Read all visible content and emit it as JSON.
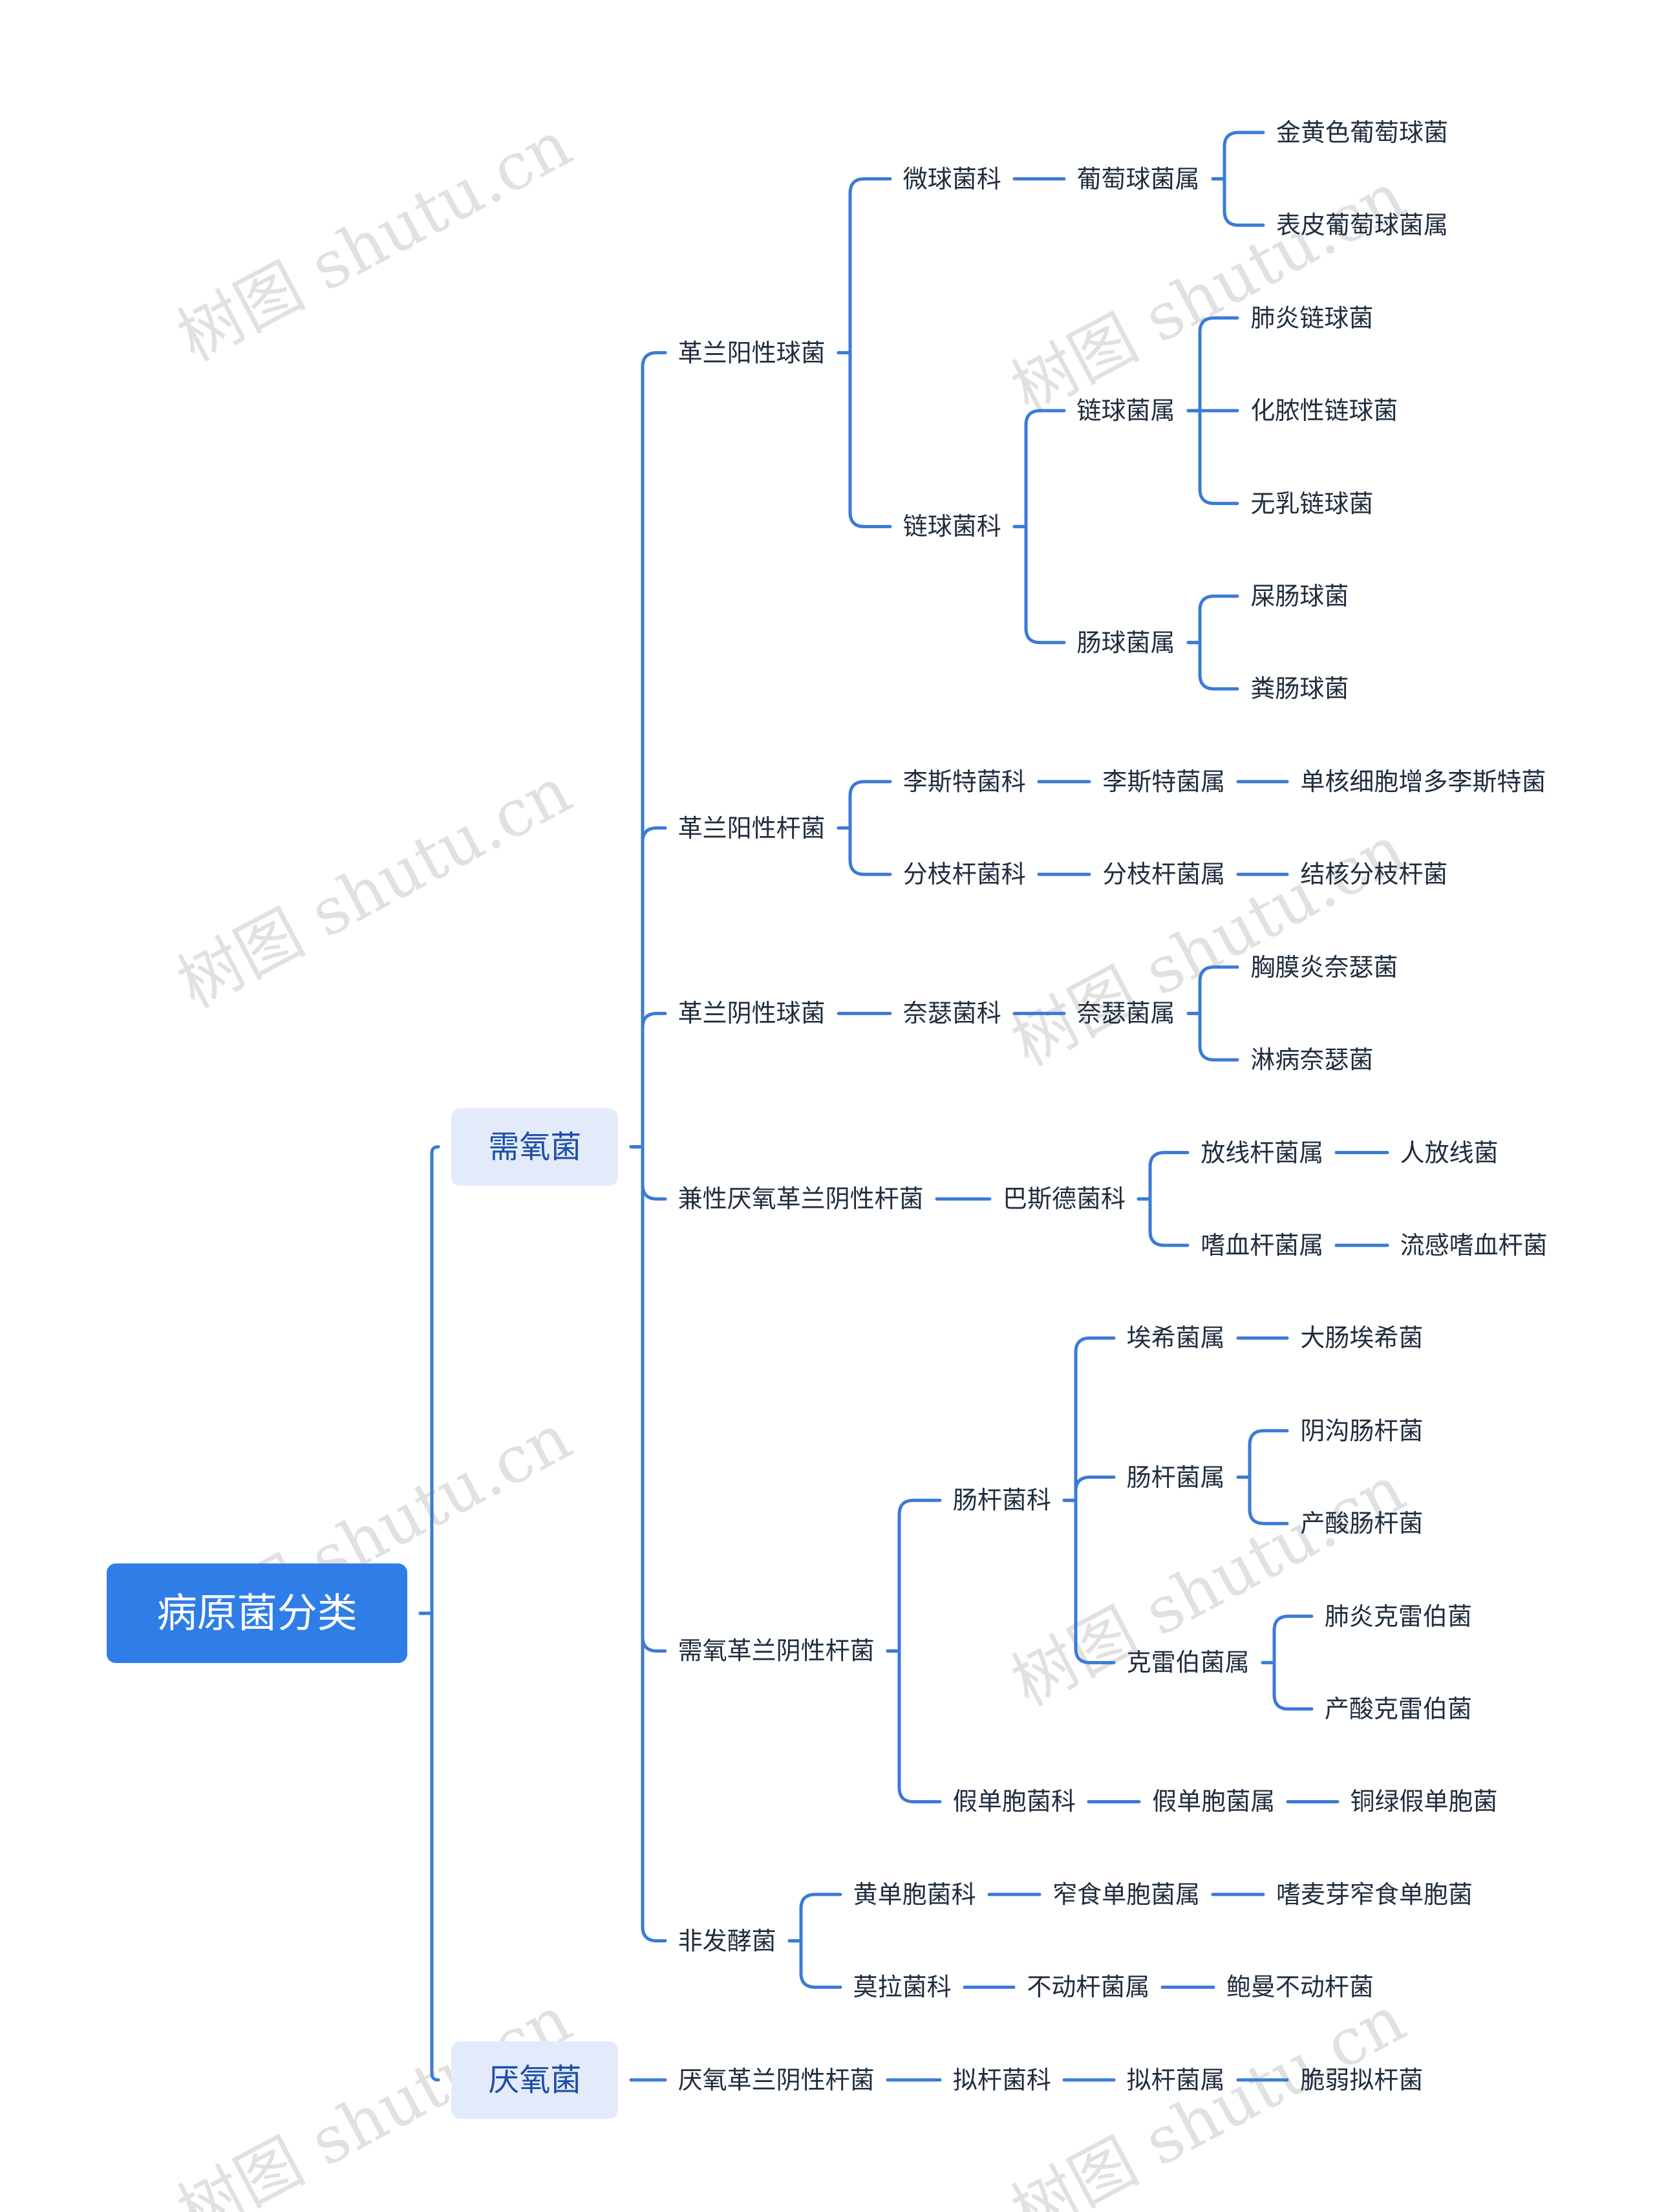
{
  "root": {
    "label": "病原菌分类"
  },
  "watermark": "树图 shutu.cn",
  "colors": {
    "accent": "#2f7ee8",
    "line": "#3a7bd5",
    "level1_bg": "#e3ebfb",
    "text": "#1f2d3d"
  },
  "tree": [
    {
      "label": "需氧菌",
      "children": [
        {
          "label": "革兰阳性球菌",
          "children": [
            {
              "label": "微球菌科",
              "children": [
                {
                  "label": "葡萄球菌属",
                  "children": [
                    {
                      "label": "金黄色葡萄球菌"
                    },
                    {
                      "label": "表皮葡萄球菌属"
                    }
                  ]
                }
              ]
            },
            {
              "label": "链球菌科",
              "children": [
                {
                  "label": "链球菌属",
                  "children": [
                    {
                      "label": "肺炎链球菌"
                    },
                    {
                      "label": "化脓性链球菌"
                    },
                    {
                      "label": "无乳链球菌"
                    }
                  ]
                },
                {
                  "label": "肠球菌属",
                  "children": [
                    {
                      "label": "屎肠球菌"
                    },
                    {
                      "label": "粪肠球菌"
                    }
                  ]
                }
              ]
            }
          ]
        },
        {
          "label": "革兰阳性杆菌",
          "children": [
            {
              "label": "李斯特菌科",
              "children": [
                {
                  "label": "李斯特菌属",
                  "children": [
                    {
                      "label": "单核细胞增多李斯特菌"
                    }
                  ]
                }
              ]
            },
            {
              "label": "分枝杆菌科",
              "children": [
                {
                  "label": "分枝杆菌属",
                  "children": [
                    {
                      "label": "结核分枝杆菌"
                    }
                  ]
                }
              ]
            }
          ]
        },
        {
          "label": "革兰阴性球菌",
          "children": [
            {
              "label": "奈瑟菌科",
              "children": [
                {
                  "label": "奈瑟菌属",
                  "children": [
                    {
                      "label": "胸膜炎奈瑟菌"
                    },
                    {
                      "label": "淋病奈瑟菌"
                    }
                  ]
                }
              ]
            }
          ]
        },
        {
          "label": "兼性厌氧革兰阴性杆菌",
          "children": [
            {
              "label": "巴斯德菌科",
              "children": [
                {
                  "label": "放线杆菌属",
                  "children": [
                    {
                      "label": "人放线菌"
                    }
                  ]
                },
                {
                  "label": "嗜血杆菌属",
                  "children": [
                    {
                      "label": "流感嗜血杆菌"
                    }
                  ]
                }
              ]
            }
          ]
        },
        {
          "label": "需氧革兰阴性杆菌",
          "children": [
            {
              "label": "肠杆菌科",
              "children": [
                {
                  "label": "埃希菌属",
                  "children": [
                    {
                      "label": "大肠埃希菌"
                    }
                  ]
                },
                {
                  "label": "肠杆菌属",
                  "children": [
                    {
                      "label": "阴沟肠杆菌"
                    },
                    {
                      "label": "产酸肠杆菌"
                    }
                  ]
                },
                {
                  "label": "克雷伯菌属",
                  "children": [
                    {
                      "label": "肺炎克雷伯菌"
                    },
                    {
                      "label": "产酸克雷伯菌"
                    }
                  ]
                }
              ]
            },
            {
              "label": "假单胞菌科",
              "children": [
                {
                  "label": "假单胞菌属",
                  "children": [
                    {
                      "label": "铜绿假单胞菌"
                    }
                  ]
                }
              ]
            }
          ]
        },
        {
          "label": "非发酵菌",
          "children": [
            {
              "label": "黄单胞菌科",
              "children": [
                {
                  "label": "窄食单胞菌属",
                  "children": [
                    {
                      "label": "嗜麦芽窄食单胞菌"
                    }
                  ]
                }
              ]
            },
            {
              "label": "莫拉菌科",
              "children": [
                {
                  "label": "不动杆菌属",
                  "children": [
                    {
                      "label": "鲍曼不动杆菌"
                    }
                  ]
                }
              ]
            }
          ]
        }
      ]
    },
    {
      "label": "厌氧菌",
      "children": [
        {
          "label": "厌氧革兰阴性杆菌",
          "children": [
            {
              "label": "拟杆菌科",
              "children": [
                {
                  "label": "拟杆菌属",
                  "children": [
                    {
                      "label": "脆弱拟杆菌"
                    }
                  ]
                }
              ]
            }
          ]
        }
      ]
    }
  ]
}
